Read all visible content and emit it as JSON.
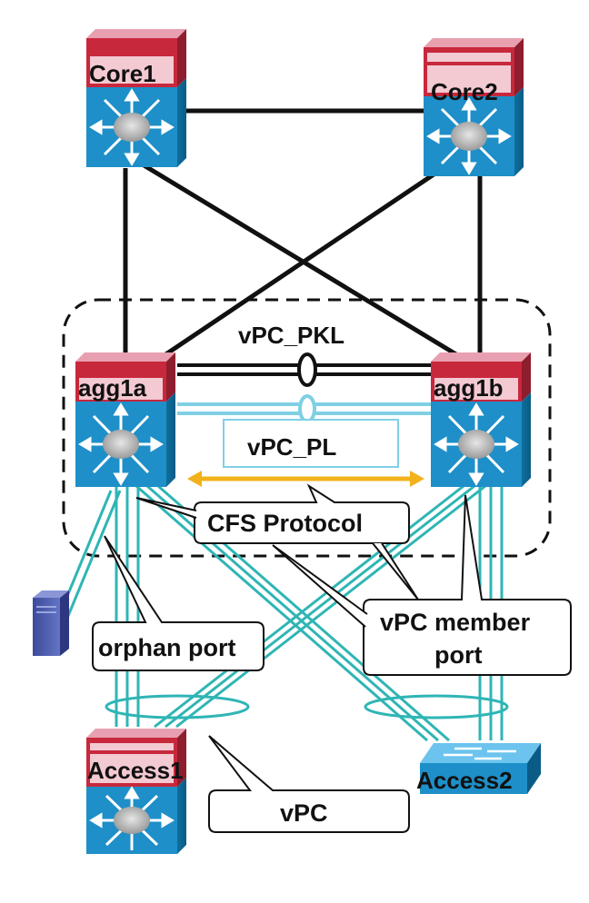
{
  "devices": {
    "core1": "Core1",
    "core2": "Core2",
    "agg1a": "agg1a",
    "agg1b": "agg1b",
    "access1": "Access1",
    "access2": "Access2"
  },
  "labels": {
    "vpc_pkl": "vPC_PKL",
    "vpc_pl": "vPC_PL",
    "cfs_protocol": "CFS Protocol",
    "orphan_port": "orphan port",
    "vpc_member_port_line1": "vPC member",
    "vpc_member_port_line2": "port",
    "vpc": "vPC"
  },
  "colors": {
    "switch_blue": "#1e8fc8",
    "switch_red": "#c8283c",
    "link_black": "#111111",
    "link_teal": "#2fb5b5",
    "peer_link_light": "#7fd0e4",
    "cfs_arrow": "#f2b21b",
    "server_purple": "#4a5aa8"
  }
}
